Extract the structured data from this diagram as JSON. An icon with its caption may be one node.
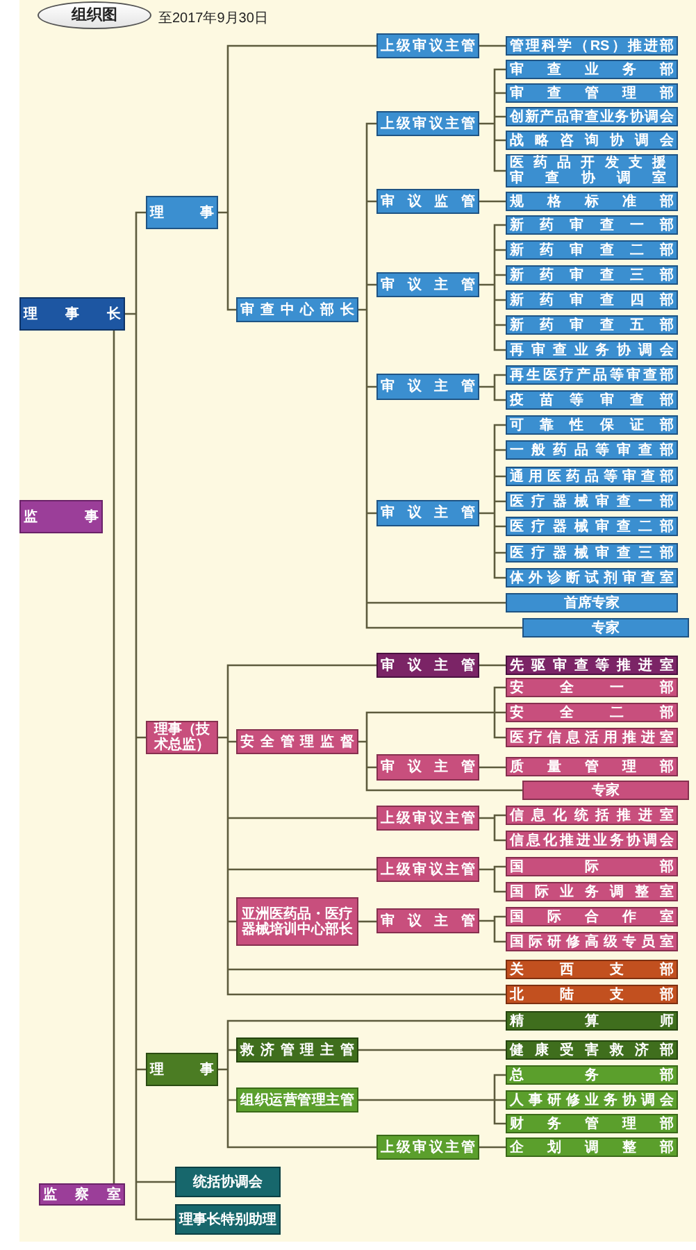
{
  "diagram": {
    "title": "组织图",
    "nodes": [
      {
        "text": [
          "理事长"
        ]
      },
      {
        "text": [
          "监事"
        ]
      },
      {
        "text": [
          "理事"
        ]
      },
      {
        "text": [
          "上级审议主管"
        ]
      },
      {
        "text": [
          "管理科学（RS）推进部"
        ]
      },
      {
        "text": [
          "审查中心部长"
        ]
      },
      {
        "text": [
          "上级审议主管"
        ]
      },
      {
        "text": [
          "审查业务部"
        ]
      },
      {
        "text": [
          "审查管理部"
        ]
      },
      {
        "text": [
          "创新产品审查业务协调会"
        ]
      },
      {
        "text": [
          "战略咨询协调会"
        ]
      },
      {
        "text": [
          "医药品开发支援审查协调室"
        ]
      },
      {
        "text": [
          "审议监管"
        ]
      },
      {
        "text": [
          "规格标准部"
        ]
      },
      {
        "text": [
          "审议主管"
        ]
      },
      {
        "text": [
          "新药审查一部"
        ]
      },
      {
        "text": [
          "新药审查二部"
        ]
      },
      {
        "text": [
          "新药审查三部"
        ]
      },
      {
        "text": [
          "新药审查四部"
        ]
      },
      {
        "text": [
          "新药审查五部"
        ]
      },
      {
        "text": [
          "再审查业务协调会"
        ]
      },
      {
        "text": [
          "审议主管"
        ]
      },
      {
        "text": [
          "再生医疗产品等审查部"
        ]
      },
      {
        "text": [
          "疫苗等审查部"
        ]
      },
      {
        "text": [
          "审议主管"
        ]
      },
      {
        "text": [
          "可靠性保证部"
        ]
      },
      {
        "text": [
          "一般药品等审查部"
        ]
      },
      {
        "text": [
          "通用医药品等审查部"
        ]
      },
      {
        "text": [
          "医疗器械审查一部"
        ]
      },
      {
        "text": [
          "医疗器械审查二部"
        ]
      },
      {
        "text": [
          "医疗器械审查三部"
        ]
      },
      {
        "text": [
          "体外诊断试剂审查室"
        ]
      },
      {
        "text": [
          "首席专家"
        ]
      },
      {
        "text": [
          "专家"
        ]
      },
      {
        "text": [
          "理事（技术总监）"
        ]
      },
      {
        "text": [
          "审议主管"
        ]
      },
      {
        "text": [
          "先驱审查等推进室"
        ]
      },
      {
        "text": [
          "安全管理监督"
        ]
      },
      {
        "text": [
          "安全一部"
        ]
      },
      {
        "text": [
          "安全二部"
        ]
      },
      {
        "text": [
          "医疗信息活用推进室"
        ]
      },
      {
        "text": [
          "审议主管"
        ]
      },
      {
        "text": [
          "质量管理部"
        ]
      },
      {
        "text": [
          "专家"
        ]
      },
      {
        "text": [
          "上级审议主管"
        ]
      },
      {
        "text": [
          "信息化统括推进室"
        ]
      },
      {
        "text": [
          "信息化推进业务协调会"
        ]
      },
      {
        "text": [
          "上级审议主管"
        ]
      },
      {
        "text": [
          "国际部"
        ]
      },
      {
        "text": [
          "国际业务调整室"
        ]
      },
      {
        "text": [
          "亚洲医药品・医疗器械培训中心部长"
        ]
      },
      {
        "text": [
          "审议主管"
        ]
      },
      {
        "text": [
          "国际合作室"
        ]
      },
      {
        "text": [
          "国际研修高级专员室"
        ]
      },
      {
        "text": [
          "关西支部"
        ]
      },
      {
        "text": [
          "北陆支部"
        ]
      },
      {
        "text": [
          "理事"
        ]
      },
      {
        "text": [
          "精算师"
        ]
      },
      {
        "text": [
          "救济管理主管"
        ]
      },
      {
        "text": [
          "健康受害救济部"
        ]
      },
      {
        "text": [
          "组织运营管理主管"
        ]
      },
      {
        "text": [
          "总务部"
        ]
      },
      {
        "text": [
          "人事研修业务协调会"
        ]
      },
      {
        "text": [
          "财务管理部"
        ]
      },
      {
        "text": [
          "上级审议主管"
        ]
      },
      {
        "text": [
          "企划调整部"
        ]
      },
      {
        "text": [
          "统括协调会"
        ]
      },
      {
        "text": [
          "理事长特别助理"
        ]
      },
      {
        "text": [
          "监察室"
        ]
      }
    ],
    "edges": [
      {
        "from": 0,
        "to": 2,
        "arrow": "none"
      },
      {
        "from": 0,
        "to": 34,
        "arrow": "none"
      },
      {
        "from": 0,
        "to": 56,
        "arrow": "none"
      },
      {
        "from": 0,
        "to": 66,
        "arrow": "none"
      },
      {
        "from": 0,
        "to": 67,
        "arrow": "none"
      },
      {
        "from": 0,
        "to": 68,
        "arrow": "none"
      },
      {
        "from": 2,
        "to": 3,
        "arrow": "none"
      },
      {
        "from": 2,
        "to": 5,
        "arrow": "none"
      },
      {
        "from": 3,
        "to": 4,
        "arrow": "none"
      },
      {
        "from": 5,
        "to": 6,
        "arrow": "none"
      },
      {
        "from": 5,
        "to": 12,
        "arrow": "none"
      },
      {
        "from": 5,
        "to": 14,
        "arrow": "none"
      },
      {
        "from": 5,
        "to": 21,
        "arrow": "none"
      },
      {
        "from": 5,
        "to": 24,
        "arrow": "none"
      },
      {
        "from": 5,
        "to": 32,
        "arrow": "none"
      },
      {
        "from": 5,
        "to": 33,
        "arrow": "none"
      },
      {
        "from": 6,
        "to": 7,
        "arrow": "none"
      },
      {
        "from": 6,
        "to": 8,
        "arrow": "none"
      },
      {
        "from": 6,
        "to": 9,
        "arrow": "none"
      },
      {
        "from": 6,
        "to": 10,
        "arrow": "none"
      },
      {
        "from": 6,
        "to": 11,
        "arrow": "none"
      },
      {
        "from": 12,
        "to": 13,
        "arrow": "none"
      },
      {
        "from": 14,
        "to": 15,
        "arrow": "none"
      },
      {
        "from": 14,
        "to": 16,
        "arrow": "none"
      },
      {
        "from": 14,
        "to": 17,
        "arrow": "none"
      },
      {
        "from": 14,
        "to": 18,
        "arrow": "none"
      },
      {
        "from": 14,
        "to": 19,
        "arrow": "none"
      },
      {
        "from": 14,
        "to": 20,
        "arrow": "none"
      },
      {
        "from": 21,
        "to": 22,
        "arrow": "none"
      },
      {
        "from": 21,
        "to": 23,
        "arrow": "none"
      },
      {
        "from": 24,
        "to": 25,
        "arrow": "none"
      },
      {
        "from": 24,
        "to": 26,
        "arrow": "none"
      },
      {
        "from": 24,
        "to": 27,
        "arrow": "none"
      },
      {
        "from": 24,
        "to": 28,
        "arrow": "none"
      },
      {
        "from": 24,
        "to": 29,
        "arrow": "none"
      },
      {
        "from": 24,
        "to": 30,
        "arrow": "none"
      },
      {
        "from": 24,
        "to": 31,
        "arrow": "none"
      },
      {
        "from": 34,
        "to": 35,
        "arrow": "none"
      },
      {
        "from": 34,
        "to": 37,
        "arrow": "none"
      },
      {
        "from": 34,
        "to": 44,
        "arrow": "none"
      },
      {
        "from": 34,
        "to": 47,
        "arrow": "none"
      },
      {
        "from": 34,
        "to": 50,
        "arrow": "none"
      },
      {
        "from": 34,
        "to": 54,
        "arrow": "none"
      },
      {
        "from": 34,
        "to": 55,
        "arrow": "none"
      },
      {
        "from": 35,
        "to": 36,
        "arrow": "none"
      },
      {
        "from": 37,
        "to": 38,
        "arrow": "none"
      },
      {
        "from": 37,
        "to": 39,
        "arrow": "none"
      },
      {
        "from": 37,
        "to": 40,
        "arrow": "none"
      },
      {
        "from": 37,
        "to": 41,
        "arrow": "none"
      },
      {
        "from": 37,
        "to": 43,
        "arrow": "none"
      },
      {
        "from": 41,
        "to": 42,
        "arrow": "none"
      },
      {
        "from": 44,
        "to": 45,
        "arrow": "none"
      },
      {
        "from": 44,
        "to": 46,
        "arrow": "none"
      },
      {
        "from": 47,
        "to": 48,
        "arrow": "none"
      },
      {
        "from": 47,
        "to": 49,
        "arrow": "none"
      },
      {
        "from": 50,
        "to": 51,
        "arrow": "none"
      },
      {
        "from": 51,
        "to": 52,
        "arrow": "none"
      },
      {
        "from": 51,
        "to": 53,
        "arrow": "none"
      },
      {
        "from": 56,
        "to": 57,
        "arrow": "none"
      },
      {
        "from": 56,
        "to": 58,
        "arrow": "none"
      },
      {
        "from": 56,
        "to": 60,
        "arrow": "none"
      },
      {
        "from": 56,
        "to": 64,
        "arrow": "none"
      },
      {
        "from": 58,
        "to": 59,
        "arrow": "none"
      },
      {
        "from": 60,
        "to": 61,
        "arrow": "none"
      },
      {
        "from": 60,
        "to": 62,
        "arrow": "none"
      },
      {
        "from": 60,
        "to": 63,
        "arrow": "none"
      },
      {
        "from": 64,
        "to": 65,
        "arrow": "none"
      }
    ],
    "labels": [
      "至2017年9月30日"
    ]
  }
}
